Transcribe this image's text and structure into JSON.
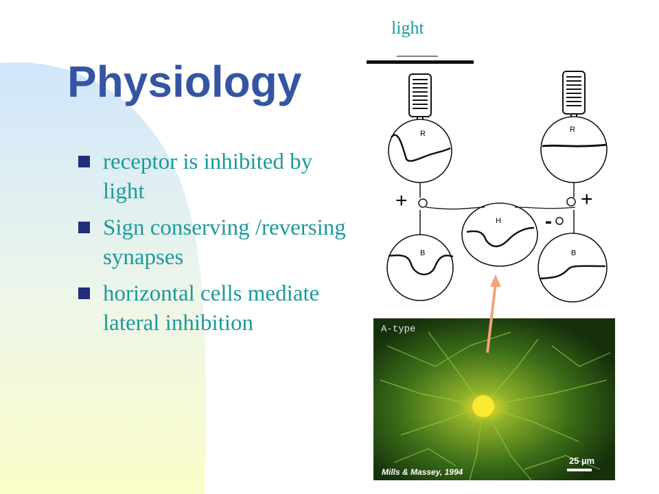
{
  "slide": {
    "title": "Physiology",
    "bullets": [
      {
        "text": "receptor is inhibited by light"
      },
      {
        "text": "Sign conserving /reversing synapses"
      },
      {
        "text": "horizontal cells mediate lateral inhibition"
      }
    ]
  },
  "diagram": {
    "light_label": "light",
    "cells": {
      "receptor_left": "R",
      "receptor_right": "R",
      "horizontal": "H",
      "bipolar_left": "B",
      "bipolar_right": "B"
    },
    "synapse_signs": {
      "left_plus": "+",
      "right_plus": "+",
      "right_minus": "-"
    }
  },
  "photo": {
    "tag": "A-type",
    "scale_label": "25 µm",
    "caption": "Mills & Massey, 1994"
  },
  "colors": {
    "title": "#3355a3",
    "bullet_text": "#1b9a9a",
    "bullet_marker": "#1f2f7a",
    "pointer_arrow": "#f4a37a"
  }
}
